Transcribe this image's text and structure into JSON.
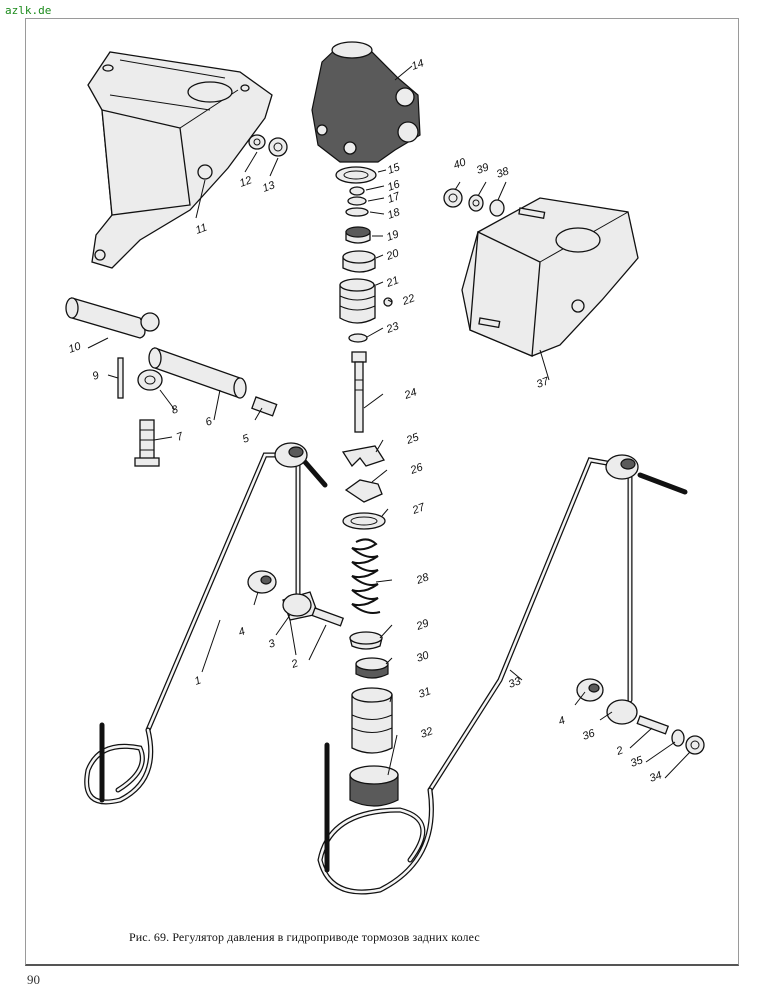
{
  "watermark": "azlk.de",
  "caption": "Рис. 69. Регулятор давления в гидроприводе тормозов задних колес",
  "page_number": "90",
  "callouts": [
    "1",
    "2",
    "2",
    "3",
    "4",
    "4",
    "5",
    "6",
    "7",
    "8",
    "9",
    "10",
    "11",
    "12",
    "13",
    "14",
    "15",
    "16",
    "17",
    "18",
    "19",
    "20",
    "21",
    "22",
    "23",
    "24",
    "25",
    "26",
    "27",
    "28",
    "29",
    "30",
    "31",
    "32",
    "33",
    "34",
    "35",
    "36",
    "37",
    "38",
    "39",
    "40"
  ]
}
